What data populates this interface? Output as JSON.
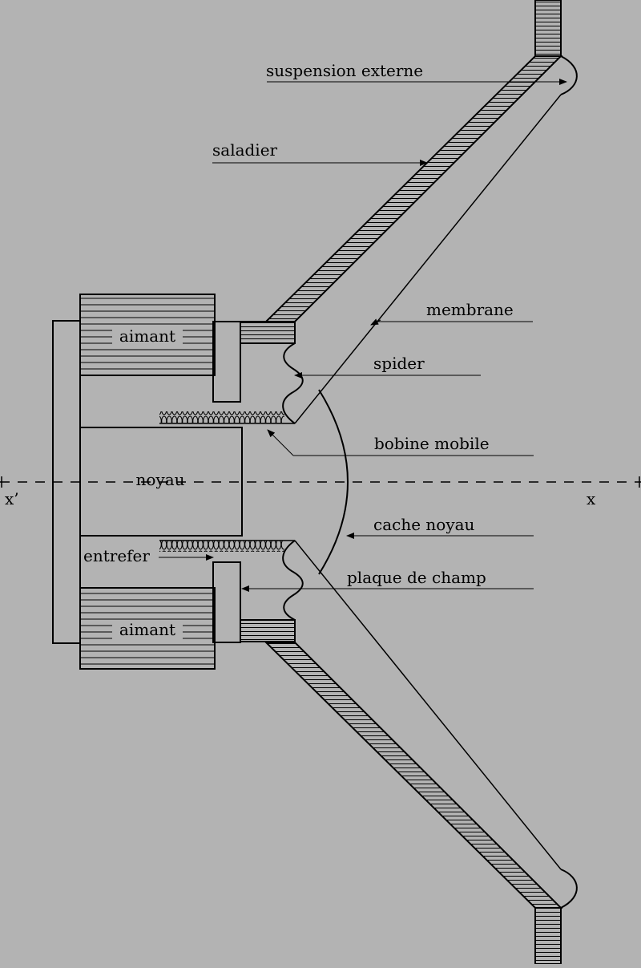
{
  "diagram": {
    "background": "#b3b3b3",
    "ink": "#000000",
    "labels": {
      "suspension_externe": "suspension externe",
      "saladier": "saladier",
      "membrane": "membrane",
      "spider": "spider",
      "bobine_mobile": "bobine mobile",
      "cache_noyau": "cache noyau",
      "plaque_de_champ": "plaque de champ",
      "entrefer": "entrefer",
      "aimant_top": "aimant",
      "aimant_bottom": "aimant",
      "noyau": "noyau",
      "axis_left": "x’",
      "axis_right": "x"
    }
  }
}
